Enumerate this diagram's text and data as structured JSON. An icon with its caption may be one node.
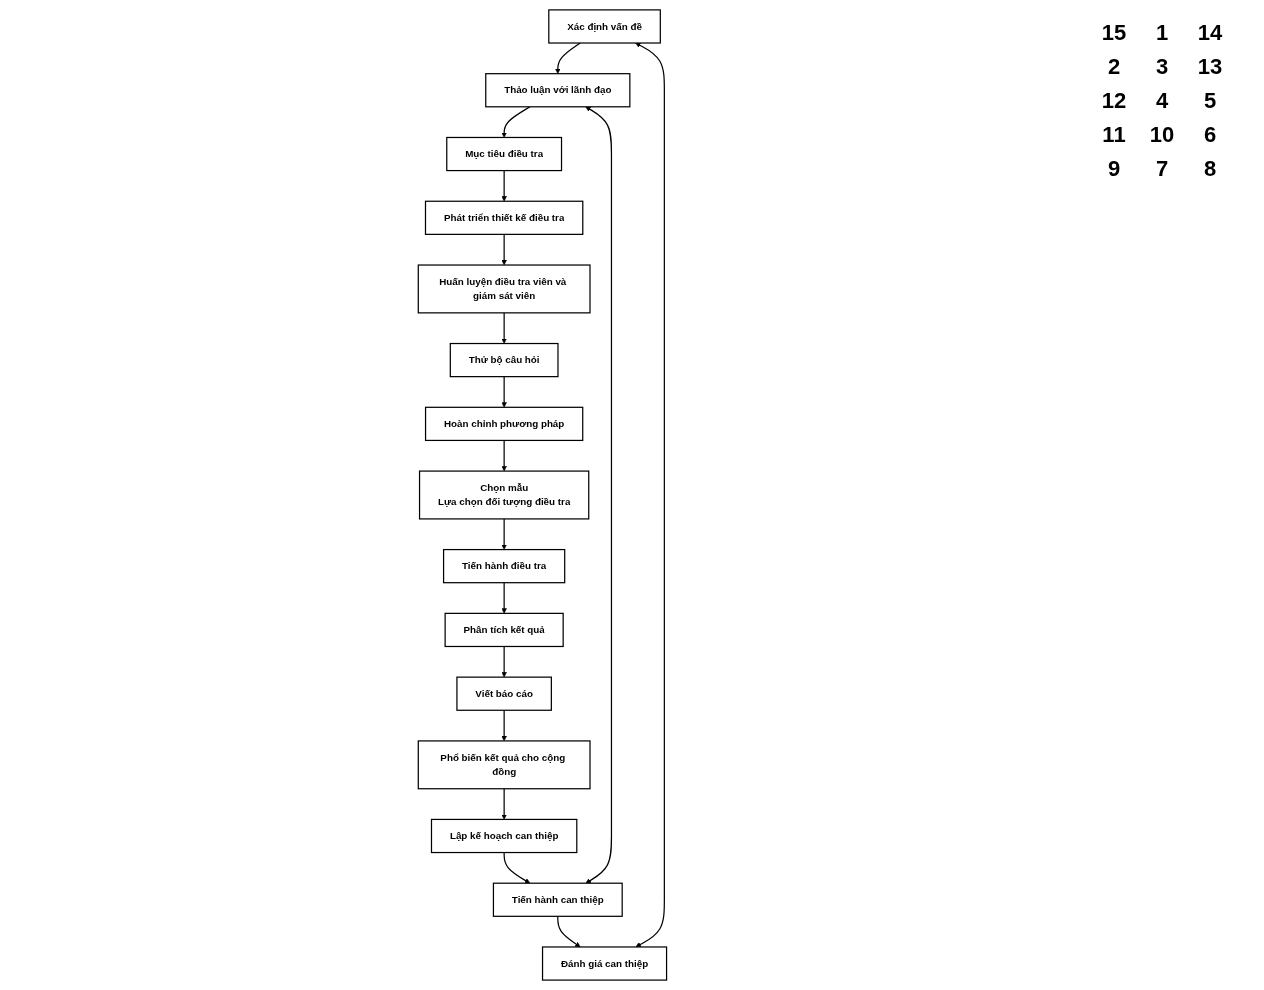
{
  "diagram": {
    "nodes": [
      {
        "text": [
          "Xác định vấn đề"
        ]
      },
      {
        "text": [
          "Thảo luận với lãnh đạo"
        ]
      },
      {
        "text": [
          "Mục tiêu điều tra"
        ]
      },
      {
        "text": [
          "Phát triển thiết kế điều tra"
        ]
      },
      {
        "text": [
          "Huấn luyện điều tra viên và giám sát viên"
        ]
      },
      {
        "text": [
          "Thử bộ câu hỏi"
        ]
      },
      {
        "text": [
          "Hoàn chỉnh phương pháp"
        ]
      },
      {
        "text": [
          "Chọn mẫu",
          "Lựa chọn đối tượng điều tra"
        ]
      },
      {
        "text": [
          "Tiến hành điều tra"
        ]
      },
      {
        "text": [
          "Phân tích kết quả"
        ]
      },
      {
        "text": [
          "Viết báo cáo"
        ]
      },
      {
        "text": [
          "Phổ biến kết quả cho cộng đồng"
        ]
      },
      {
        "text": [
          "Lập kế hoạch can thiệp"
        ]
      },
      {
        "text": [
          "Tiến hành can thiệp"
        ]
      },
      {
        "text": [
          "Đánh giá can thiệp"
        ]
      }
    ],
    "edges": [
      {
        "from": 14,
        "to": 0,
        "arrow": "both"
      },
      {
        "from": 0,
        "to": 1,
        "arrow": "to"
      },
      {
        "from": 13,
        "to": 1,
        "arrow": "both"
      },
      {
        "from": 1,
        "to": 2,
        "arrow": "to"
      },
      {
        "from": 2,
        "to": 3,
        "arrow": "to"
      },
      {
        "from": 3,
        "to": 4,
        "arrow": "to"
      },
      {
        "from": 4,
        "to": 5,
        "arrow": "to"
      },
      {
        "from": 5,
        "to": 6,
        "arrow": "to"
      },
      {
        "from": 6,
        "to": 7,
        "arrow": "to"
      },
      {
        "from": 7,
        "to": 8,
        "arrow": "to"
      },
      {
        "from": 8,
        "to": 9,
        "arrow": "to"
      },
      {
        "from": 9,
        "to": 10,
        "arrow": "to"
      },
      {
        "from": 10,
        "to": 11,
        "arrow": "to"
      },
      {
        "from": 11,
        "to": 12,
        "arrow": "to"
      },
      {
        "from": 12,
        "to": 13,
        "arrow": "to"
      },
      {
        "from": 13,
        "to": 14,
        "arrow": "to"
      }
    ],
    "labels": [
      "15",
      "1",
      "14",
      "2",
      "3",
      "13",
      "12",
      "4",
      "5",
      "11",
      "10",
      "6",
      "9",
      "7",
      "8"
    ]
  }
}
